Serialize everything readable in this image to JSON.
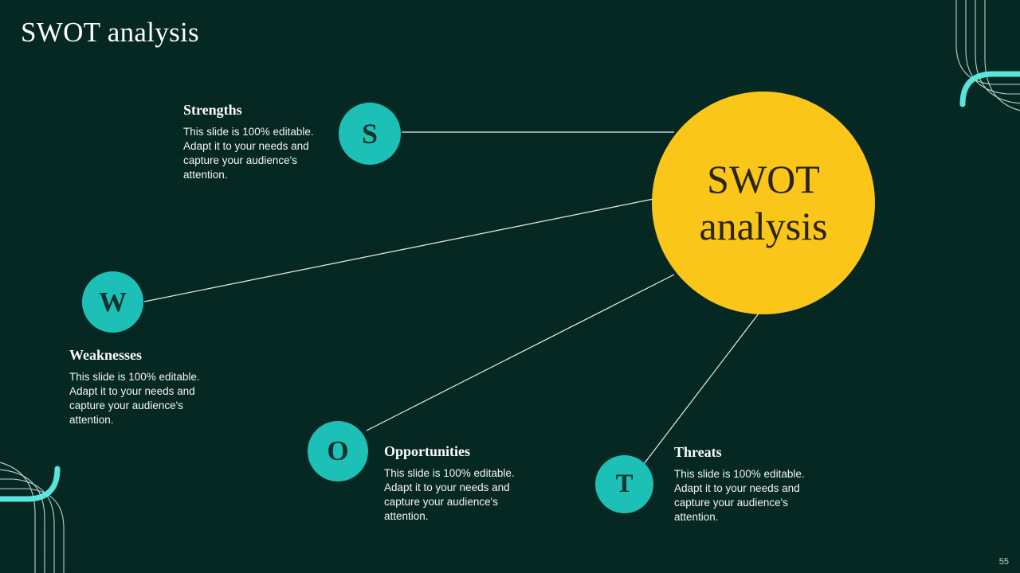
{
  "slide": {
    "title": "SWOT analysis",
    "page_number": "55",
    "background_color": "#052722",
    "accent_teal": "#1dc0b6",
    "accent_yellow": "#fac619",
    "connector_color": "#ffffff"
  },
  "hub": {
    "label": "SWOT analysis"
  },
  "quadrants": [
    {
      "key": "strengths",
      "letter": "S",
      "heading": "Strengths",
      "body": "This slide is 100% editable. Adapt it to your needs and capture your audience's attention."
    },
    {
      "key": "weaknesses",
      "letter": "W",
      "heading": "Weaknesses",
      "body": "This slide is 100% editable. Adapt it to your needs and capture your audience's attention."
    },
    {
      "key": "opportunities",
      "letter": "O",
      "heading": "Opportunities",
      "body": "This slide is 100% editable. Adapt it to your needs and capture your audience's attention."
    },
    {
      "key": "threats",
      "letter": "T",
      "heading": "Threats",
      "body": "This slide is 100% editable. Adapt it to your needs and capture your audience's attention."
    }
  ],
  "decoration": {
    "top_right_arcs": "concentric-arcs-top-right",
    "bottom_left_arcs": "concentric-arcs-bottom-left"
  }
}
